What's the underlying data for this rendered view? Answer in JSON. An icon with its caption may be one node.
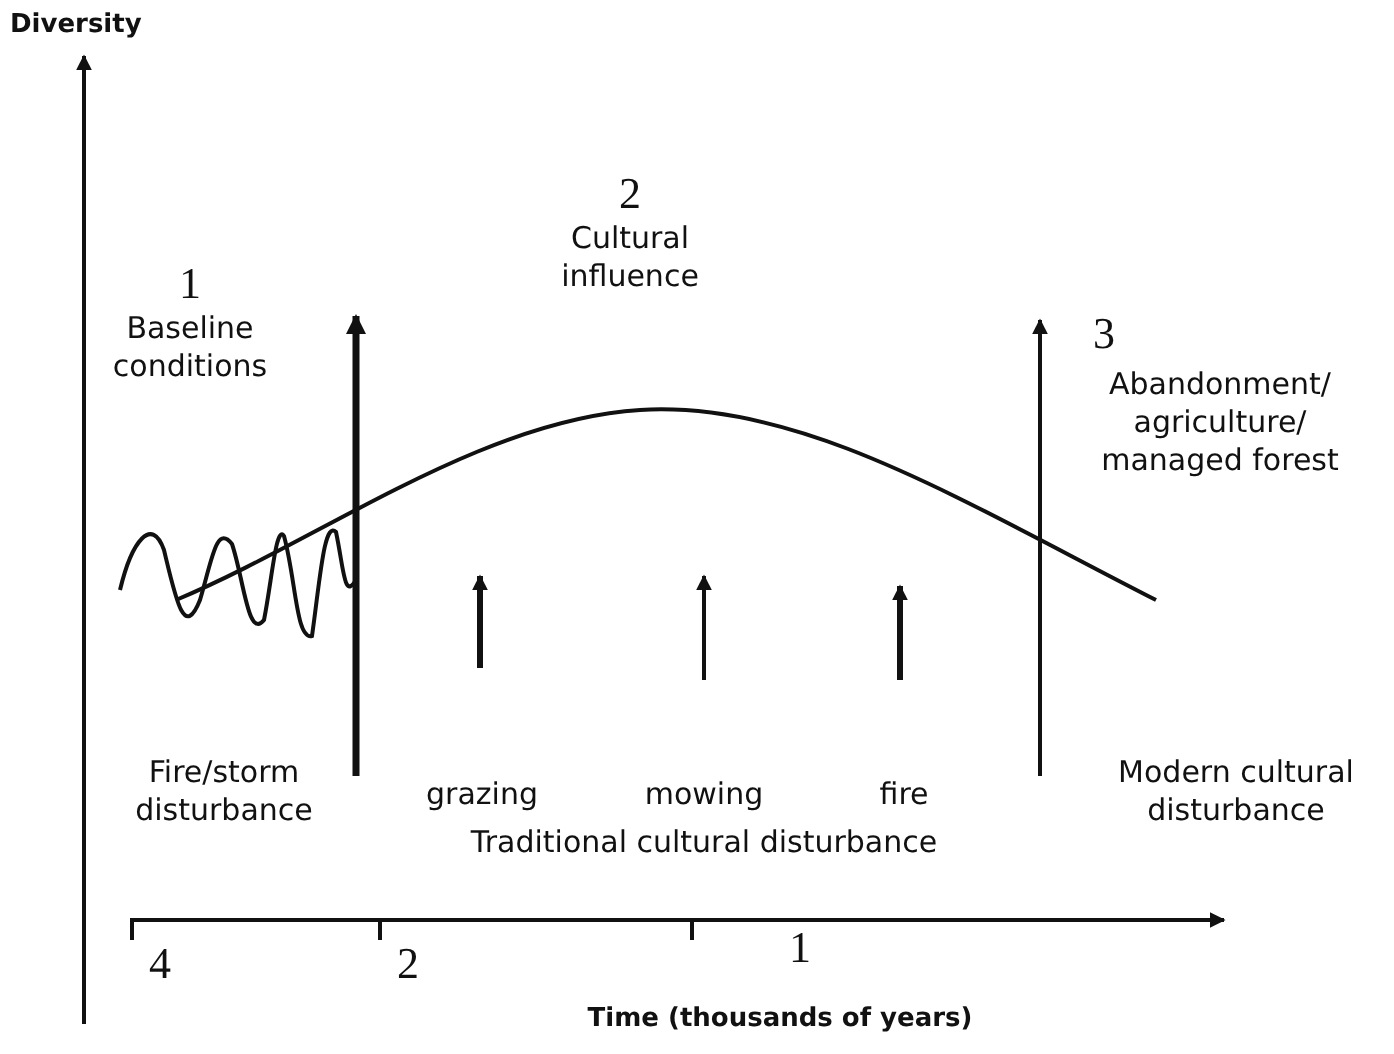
{
  "diagram": {
    "labels": [
      "Diversity",
      "1",
      "Baseline conditions",
      "2",
      "Cultural influence",
      "3",
      "Abandonment/ agriculture/ managed forest",
      "Fire/storm disturbance",
      "grazing",
      "mowing",
      "fire",
      "Traditional cultural disturbance",
      "Modern cultural disturbance",
      "4",
      "2",
      "1",
      "Time (thousands of years)"
    ]
  }
}
